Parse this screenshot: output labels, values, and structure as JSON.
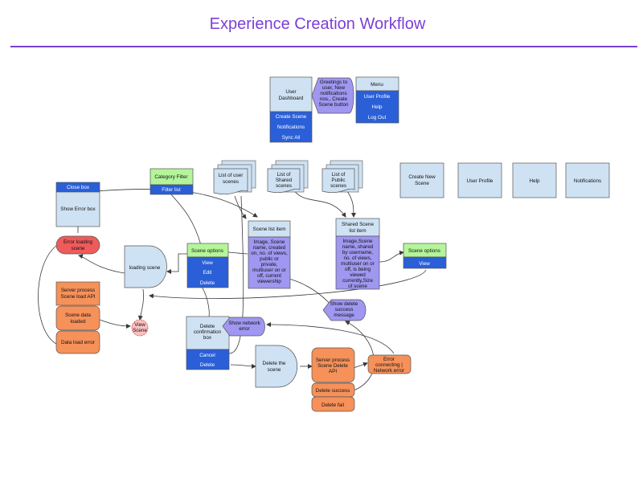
{
  "title": "Experience Creation Workflow",
  "colors": {
    "accent": "#7b3fd6",
    "light_blue": "#cfe2f3",
    "dark_blue": "#2a5fd8",
    "purple": "#9f97f0",
    "orange": "#f6915a",
    "red": "#ef5b5b",
    "green": "#b4f59a",
    "pink": "#f9c1c1"
  },
  "nodes": {
    "user_dashboard": "User Dashboard",
    "create_scene": "Create Scene",
    "notifications_item": "Notifications",
    "sync_all": "Sync All",
    "greetings": "Greetings to user, New notifications nos., Create Scene button",
    "menu": "Menu",
    "menu_user_profile": "User Profile",
    "menu_help": "Help",
    "menu_logout": "Log Out",
    "category_filter": "Category Filter",
    "filter_list": "Filter list",
    "list_user_scenes": "List of user scenes",
    "list_shared_scenes": "List of Shared scenes",
    "list_public_scenes": "List of Public scenes",
    "create_new_scene": "Create New Scene",
    "user_profile_box": "User Profile",
    "help_box": "Help",
    "notifications_box": "Notifications",
    "close_box": "Close box",
    "show_error_box": "Show Error box",
    "error_loading_scene": "Error loading scene",
    "loading_scene": "loading scene",
    "scene_options": "Scene options",
    "view": "View",
    "edit": "Edit",
    "delete": "Delete",
    "scene_list_item": "Scene list item",
    "scene_list_detail": "Image, Scene name, created on, no. of views, public or private, multiuser on or off, current viewership",
    "shared_scene_list_item": "Shared Scene list item",
    "shared_scene_detail": "Image,Scene name, shared by username, no. of views, multiuser on or off, is being viewed currently,Size of scene",
    "shared_scene_options": "Scene options",
    "shared_view": "View",
    "server_process_load": "Server process Scene load API",
    "scene_data_loaded": "Scene data loaded",
    "data_load_error": "Data load error",
    "view_scene": "View Scene",
    "show_delete_success": "Show delete success message",
    "delete_confirmation": "Delete confirmation box",
    "cancel": "Cancel",
    "delete_confirm": "Delete",
    "show_network_error": "Show network error",
    "delete_the_scene": "Delete the scene",
    "server_process_delete": "Server process Scene Delete API",
    "error_connecting": "Error connecting | Network error",
    "delete_success": "Delete success",
    "delete_fail": "Delete fail"
  }
}
